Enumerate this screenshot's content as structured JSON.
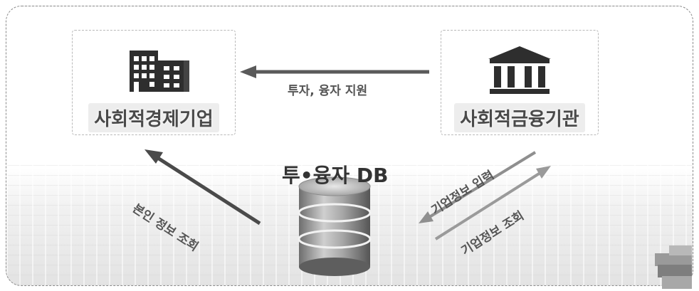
{
  "nodes": {
    "enterprise": {
      "label": "사회적경제기업",
      "icon": "building-icon"
    },
    "institution": {
      "label": "사회적금융기관",
      "icon": "bank-icon"
    },
    "database": {
      "label": "투•융자 DB",
      "icon": "database-icon"
    }
  },
  "flows": {
    "institution_to_enterprise": "투자, 융자 지원",
    "db_to_enterprise": "본인 정보 조회",
    "institution_to_db": "기업정보 입력",
    "db_to_institution": "기업정보 조회"
  },
  "colors": {
    "arrow": "#5a5a5a",
    "arrow_light": "#9a9a9a",
    "icon": "#333333"
  }
}
